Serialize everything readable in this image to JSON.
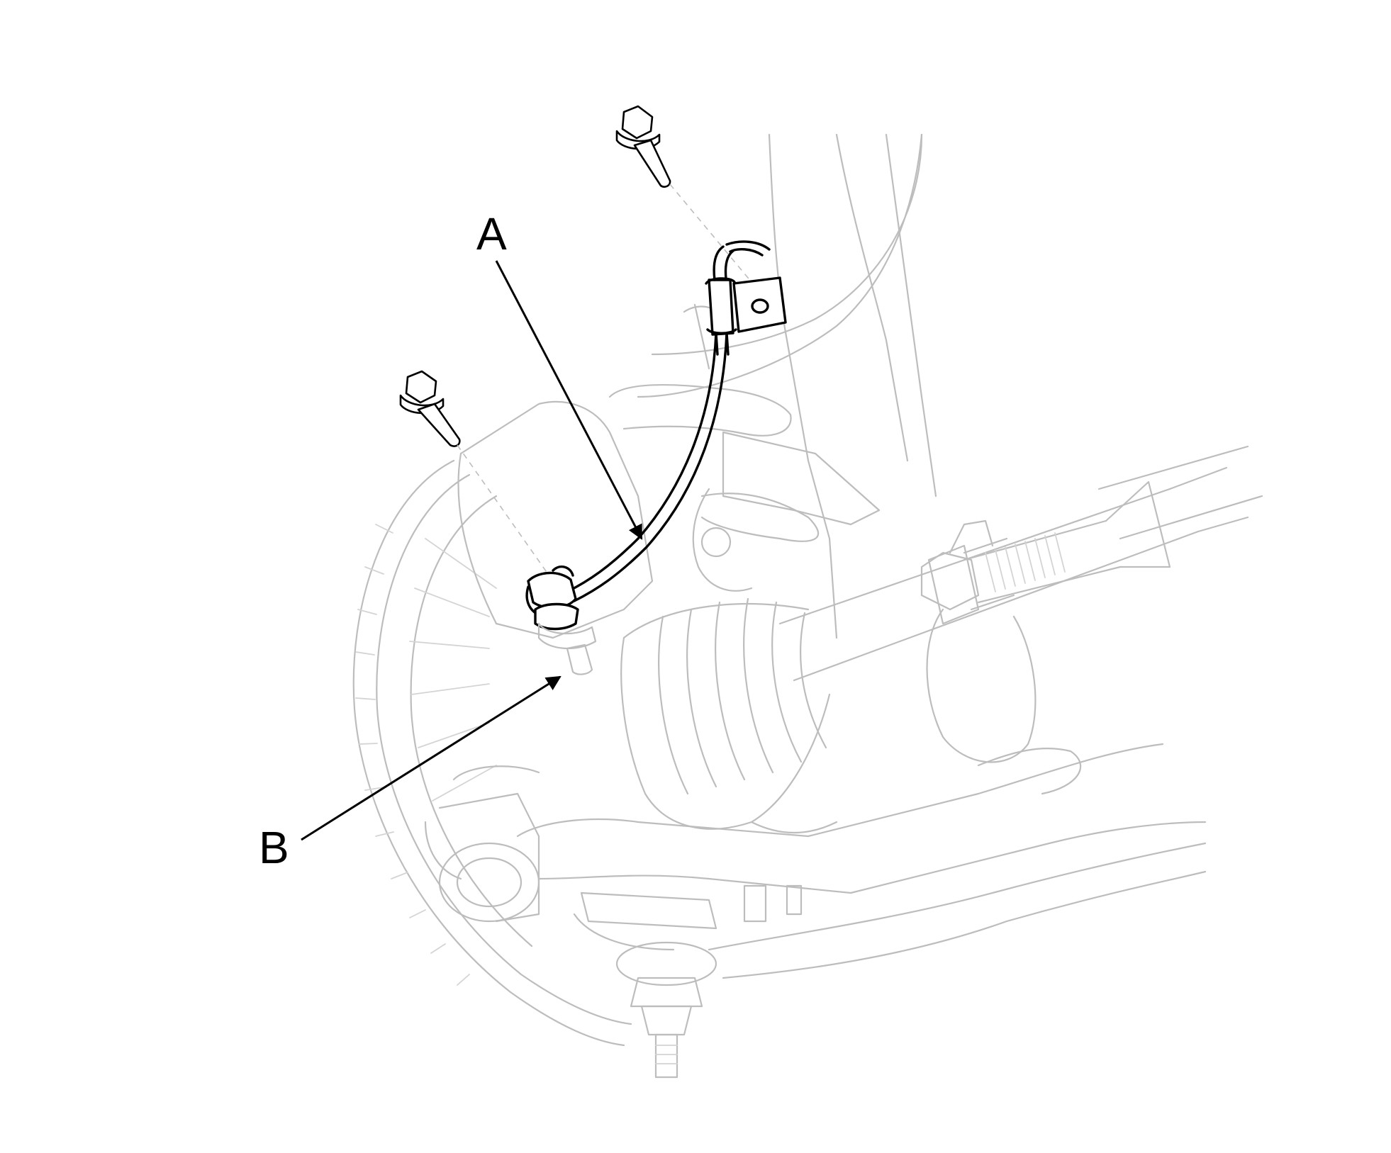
{
  "diagram": {
    "callouts": [
      {
        "id": "a",
        "label": "A"
      },
      {
        "id": "b",
        "label": "B"
      }
    ],
    "colors": {
      "ink": "#000000",
      "background_lines": "#bdbdbd",
      "page": "#ffffff"
    }
  }
}
